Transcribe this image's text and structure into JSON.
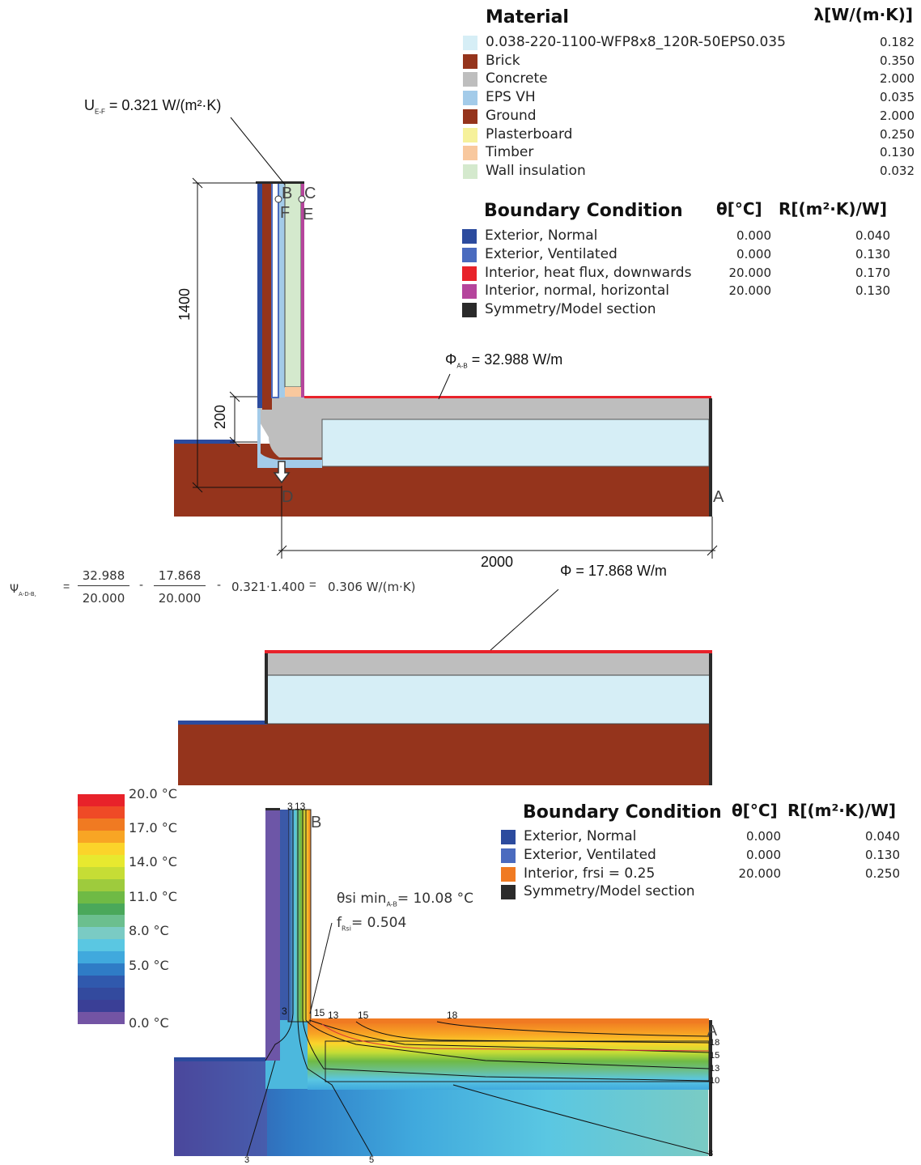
{
  "material_legend": {
    "title": "Material",
    "lambda_header": "λ[W/(m·K)]",
    "items": [
      {
        "name": "0.038-220-1100-WFP8x8_120R-50EPS0.035",
        "lambda": "0.182",
        "color": "#d6eef6"
      },
      {
        "name": "Brick",
        "lambda": "0.350",
        "color": "#95341c"
      },
      {
        "name": "Concrete",
        "lambda": "2.000",
        "color": "#bebebe"
      },
      {
        "name": "EPS VH",
        "lambda": "0.035",
        "color": "#a3cbe9"
      },
      {
        "name": "Ground",
        "lambda": "2.000",
        "color": "#95341c"
      },
      {
        "name": "Plasterboard",
        "lambda": "0.250",
        "color": "#f6f19a"
      },
      {
        "name": "Timber",
        "lambda": "0.130",
        "color": "#f8c89e"
      },
      {
        "name": "Wall insulation",
        "lambda": "0.032",
        "color": "#d4e9cd"
      }
    ]
  },
  "boundary_legend_1": {
    "title": "Boundary Condition",
    "theta_header": "θ[°C]",
    "r_header": "R[(m²·K)/W]",
    "items": [
      {
        "name": "Exterior, Normal",
        "theta": "0.000",
        "r": "0.040",
        "color": "#2c4b9e"
      },
      {
        "name": "Exterior, Ventilated",
        "theta": "0.000",
        "r": "0.130",
        "color": "#4a6bbf"
      },
      {
        "name": "Interior, heat flux, downwards",
        "theta": "20.000",
        "r": "0.170",
        "color": "#e8222a"
      },
      {
        "name": "Interior, normal, horizontal",
        "theta": "20.000",
        "r": "0.130",
        "color": "#b5459c"
      },
      {
        "name": "Symmetry/Model section",
        "theta": "",
        "r": "",
        "color": "#2a2a2a"
      }
    ]
  },
  "boundary_legend_2": {
    "title": "Boundary Condition",
    "theta_header": "θ[°C]",
    "r_header": "R[(m²·K)/W]",
    "items": [
      {
        "name": "Exterior, Normal",
        "theta": "0.000",
        "r": "0.040",
        "color": "#2c4b9e"
      },
      {
        "name": "Exterior, Ventilated",
        "theta": "0.000",
        "r": "0.130",
        "color": "#4a6bbf"
      },
      {
        "name": "Interior, frsi = 0.25",
        "theta": "20.000",
        "r": "0.250",
        "color": "#f07a22"
      },
      {
        "name": "Symmetry/Model section",
        "theta": "",
        "r": "",
        "color": "#2a2a2a"
      }
    ]
  },
  "annotations": {
    "u_value": "U",
    "u_sub": "E-F",
    "u_rest": "= 0.321 W/(m²·K)",
    "phi_ab": "Φ",
    "phi_ab_sub": "A-B",
    "phi_ab_rest": "= 32.988 W/m",
    "phi_ref": "Φ = 17.868 W/m",
    "dim_1400": "1400",
    "dim_200": "200",
    "dim_2000": "2000",
    "pt_A": "A",
    "pt_B": "B",
    "pt_C": "C",
    "pt_D": "D",
    "pt_E": "E",
    "pt_F": "F",
    "theta_min": "θsi min",
    "theta_min_sub": "A-B",
    "theta_min_rest": "= 10.08 °C",
    "frsi": "f",
    "frsi_sub": "Rsi",
    "frsi_rest": "= 0.504"
  },
  "psi_formula": {
    "psi": "Ψ",
    "psi_sub": "A-D-B,",
    "eq": "=",
    "num1": "32.988",
    "den1": "20.000",
    "minus1": "-",
    "num2": "17.868",
    "den2": "20.000",
    "minus2": "-",
    "term3": "0.321·1.400",
    "eq2": "=",
    "result": "0.306 W/(m·K)"
  },
  "color_scale": {
    "labels": [
      "20.0 °C",
      "17.0 °C",
      "14.0 °C",
      "11.0 °C",
      "8.0 °C",
      "5.0 °C",
      "0.0 °C"
    ],
    "colors": [
      "#e8222a",
      "#ef4a26",
      "#f07a22",
      "#f8a524",
      "#fbd42a",
      "#e7e92f",
      "#c6dd35",
      "#9ecb3d",
      "#6fba45",
      "#4aa85a",
      "#6bbf8e",
      "#7acbc4",
      "#5ac7e2",
      "#40a9dd",
      "#2f7cc6",
      "#3059ad",
      "#334a9e",
      "#3a3f96",
      "#7354a4"
    ]
  },
  "isotherm_labels": [
    "3",
    "13",
    "3",
    "15",
    "13",
    "15",
    "18",
    "18",
    "15",
    "13",
    "10",
    "3",
    "5",
    "8"
  ]
}
